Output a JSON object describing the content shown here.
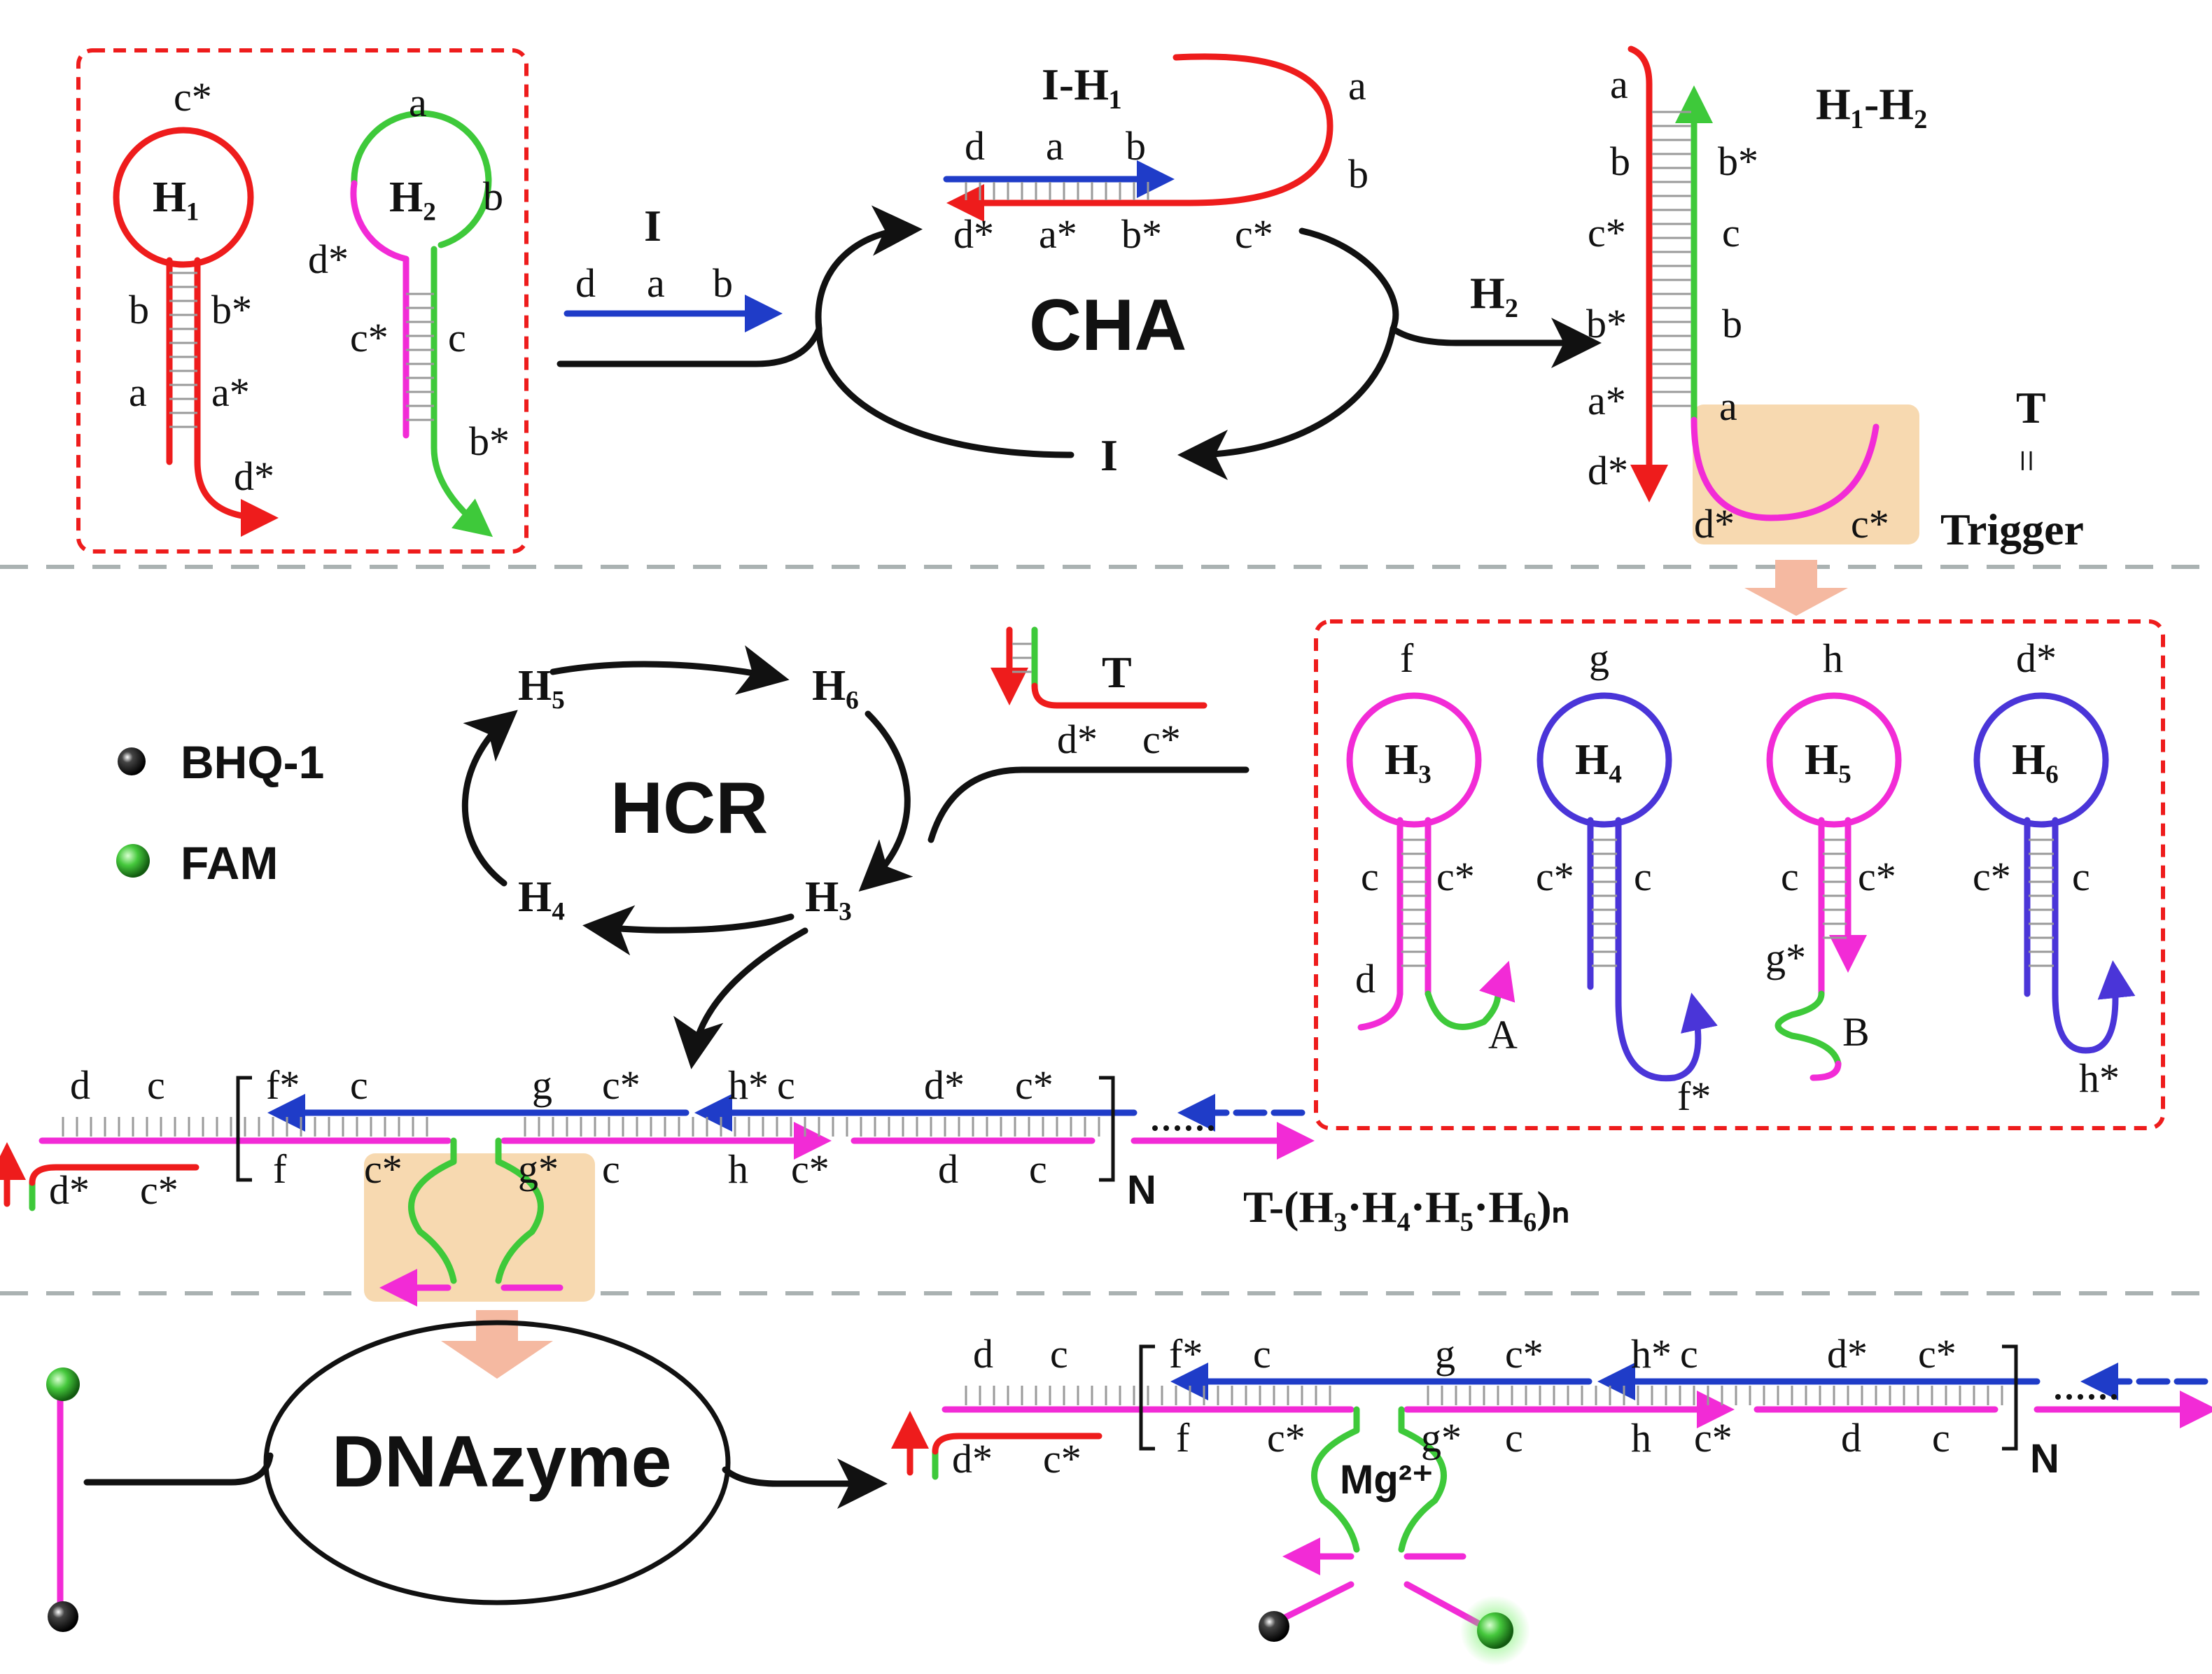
{
  "cha": {
    "hairpins": {
      "h1": "H₁",
      "h2": "H₂",
      "h1_loop": "c*",
      "h2_loop": "a",
      "h1_left": [
        "b",
        "a"
      ],
      "h1_right": [
        "b*",
        "a*"
      ],
      "h1_tail": "d*",
      "h2_left_top": "d*",
      "h2_right_top": "b",
      "h2_left": "c*",
      "h2_right": "c",
      "h2_tail": "b*"
    },
    "initiator": {
      "label": "I",
      "domains": [
        "d",
        "a",
        "b"
      ]
    },
    "complex1": {
      "label": "I-H₁",
      "top": [
        "d",
        "a",
        "b"
      ],
      "bottom": [
        "d*",
        "a*",
        "b*",
        "c*"
      ],
      "arm": [
        "a",
        "b"
      ]
    },
    "cycle_label": "CHA",
    "h2_arrow_label": "H₂",
    "recycle_label": "I",
    "complex2": {
      "label": "H₁-H₂",
      "left": [
        "a",
        "b",
        "c*",
        "b*",
        "a*",
        "d*"
      ],
      "right": [
        "b*",
        "c",
        "b",
        "a"
      ],
      "loop": [
        "d*",
        "c*"
      ]
    },
    "trigger": {
      "label": "T",
      "equals": "=",
      "name": "Trigger"
    }
  },
  "hcr": {
    "cycle_label": "HCR",
    "nodes": [
      "H₅",
      "H₆",
      "H₃",
      "H₄"
    ],
    "trigger": {
      "label": "T",
      "domains": [
        "d*",
        "c*"
      ]
    },
    "legend": [
      {
        "label": "BHQ-1",
        "color": "#111111"
      },
      {
        "label": "FAM",
        "color": "#3ec93a"
      }
    ],
    "hairpins": [
      {
        "name": "H₃",
        "loop": "f",
        "left": "c",
        "right": "c*",
        "tail_left": "d",
        "tail_right": "A",
        "color": "#f22bd6"
      },
      {
        "name": "H₄",
        "loop": "g",
        "left": "c*",
        "right": "c",
        "tail": "f*",
        "color": "#4a35d8"
      },
      {
        "name": "H₅",
        "loop": "h",
        "left": "c",
        "right": "c*",
        "g": "g*",
        "tail": "B",
        "color": "#f22bd6"
      },
      {
        "name": "H₆",
        "loop": "d*",
        "left": "c*",
        "right": "c",
        "tail": "h*",
        "color": "#4a35d8"
      }
    ],
    "product": {
      "top_left": [
        "d",
        "c"
      ],
      "top": [
        "f*",
        "c",
        "g",
        "c*",
        "h*",
        "c",
        "d*",
        "c*"
      ],
      "bottom_left": [
        "d*",
        "c*"
      ],
      "bottom": [
        "f",
        "c*",
        "g*",
        "c",
        "h",
        "c*",
        "d",
        "c"
      ],
      "repeat": "N",
      "formula": "T-(H₃·H₄·H₅·H₆)ₙ"
    }
  },
  "dnazyme": {
    "label": "DNAzyme",
    "metal": "Mg²⁺",
    "top_left": [
      "d",
      "c"
    ],
    "top": [
      "f*",
      "c",
      "g",
      "c*",
      "h*",
      "c",
      "d*",
      "c*"
    ],
    "bottom_left": [
      "d*",
      "c*"
    ],
    "bottom": [
      "f",
      "c*",
      "g*",
      "c",
      "h",
      "c*",
      "d",
      "c"
    ],
    "repeat": "N"
  },
  "colors": {
    "red": "#ee1c1c",
    "green": "#3ec93a",
    "magenta": "#f22bd6",
    "blue": "#1f3cc8",
    "purple": "#4a35d8",
    "highlight": "#f7d9b0",
    "arrow": "#f5b9a1"
  }
}
